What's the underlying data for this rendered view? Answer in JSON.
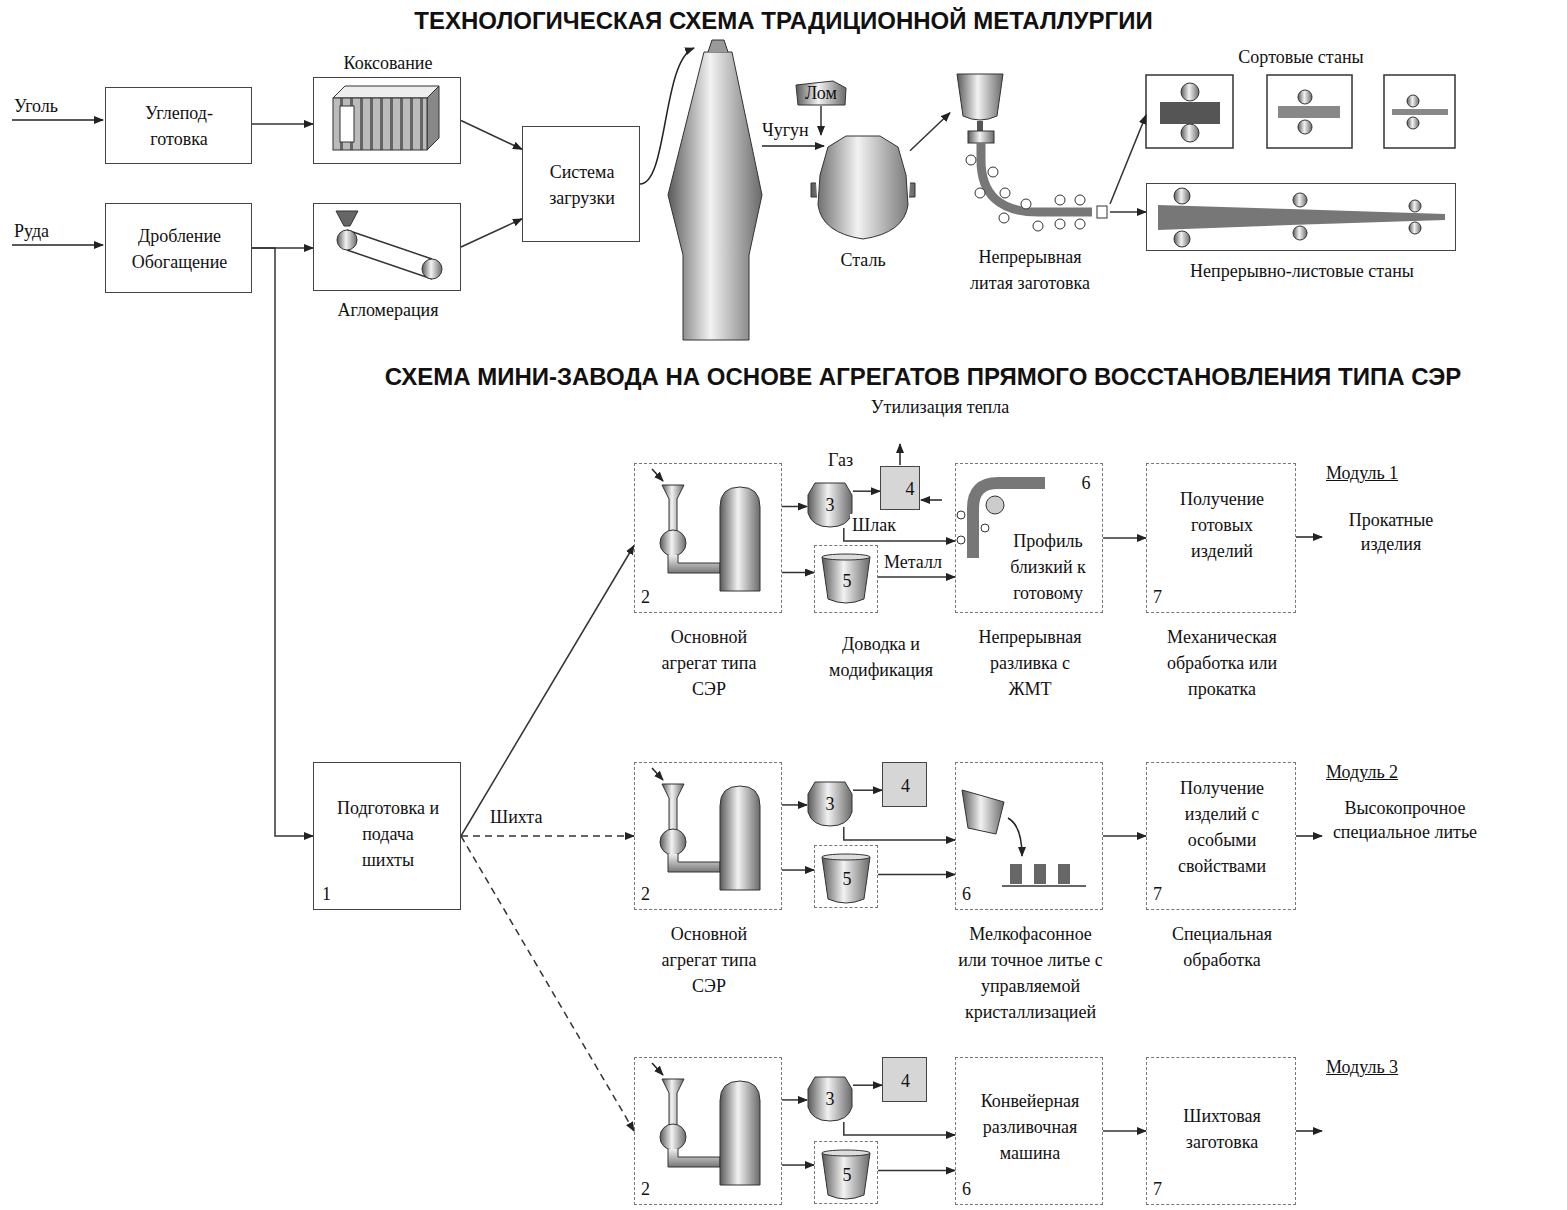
{
  "diagram": {
    "title": "ТЕХНОЛОГИЧЕСКАЯ СХЕМА ТРАДИЦИОННОЙ МЕТАЛЛУРГИИ",
    "nodes": [
      {
        "text": [
          "Углепод- готовка"
        ]
      },
      {
        "text": [
          "Дробление Обогащение"
        ]
      },
      {
        "text": [
          "Коксование"
        ]
      },
      {
        "text": [
          "Агломерация"
        ]
      },
      {
        "text": [
          "Система загрузки"
        ]
      },
      {
        "text": [
          "Лом"
        ]
      },
      {
        "text": [
          "Сталь"
        ]
      },
      {
        "text": [
          "Непрерывная литая заготовка"
        ]
      },
      {
        "text": [
          "Сортовые станы"
        ]
      },
      {
        "text": [
          "Непрерывно-листовые станы"
        ]
      },
      {
        "text": [
          "Подготовка и подача шихты",
          "1"
        ]
      },
      {
        "text": [
          "2",
          "Основной агрегат типа СЭР"
        ]
      },
      {
        "text": [
          "3"
        ]
      },
      {
        "text": [
          "4"
        ]
      },
      {
        "text": [
          "5",
          "Доводка и модификация"
        ]
      },
      {
        "text": [
          "6",
          "Профиль близкий к готовому",
          "Непрерывная разливка с ЖМТ"
        ]
      },
      {
        "text": [
          "Получение готовых изделий",
          "7",
          "Механическая обработка или прокатка"
        ]
      },
      {
        "text": [
          "2",
          "Основной агрегат типа СЭР"
        ]
      },
      {
        "text": [
          "3"
        ]
      },
      {
        "text": [
          "4"
        ]
      },
      {
        "text": [
          "5"
        ]
      },
      {
        "text": [
          "6",
          "Мелкофасонное или точное литье с управляемой кристаллизацией"
        ]
      },
      {
        "text": [
          "Получение изделий с особыми свойствами",
          "7",
          "Специальная обработка"
        ]
      },
      {
        "text": [
          "2"
        ]
      },
      {
        "text": [
          "3"
        ]
      },
      {
        "text": [
          "4"
        ]
      },
      {
        "text": [
          "5"
        ]
      },
      {
        "text": [
          "Конвейерная разливочная машина",
          "6"
        ]
      },
      {
        "text": [
          "Шихтовая заготовка",
          "7"
        ]
      }
    ],
    "edges": [
      {
        "from": 0,
        "to": 2,
        "arrow": "to"
      },
      {
        "from": 1,
        "to": 3,
        "arrow": "to"
      },
      {
        "from": 2,
        "to": 4,
        "arrow": "to"
      },
      {
        "from": 3,
        "to": 4,
        "arrow": "to"
      },
      {
        "from": 5,
        "to": 6,
        "arrow": "to"
      },
      {
        "from": 6,
        "to": 7,
        "arrow": "to"
      },
      {
        "from": 7,
        "to": 8,
        "arrow": "to"
      },
      {
        "from": 7,
        "to": 9,
        "arrow": "to"
      },
      {
        "from": 1,
        "to": 10,
        "arrow": "to"
      },
      {
        "from": 10,
        "to": 11,
        "arrow": "to"
      },
      {
        "from": 11,
        "to": 12,
        "arrow": "to"
      },
      {
        "from": 11,
        "to": 14,
        "arrow": "to"
      },
      {
        "from": 12,
        "to": 13,
        "label": "Газ",
        "arrow": "to"
      },
      {
        "from": 12,
        "to": 15,
        "label": "Шлак",
        "arrow": "to"
      },
      {
        "from": 14,
        "to": 15,
        "label": "Металл",
        "arrow": "to"
      },
      {
        "from": 15,
        "to": 16,
        "arrow": "to"
      },
      {
        "from": 10,
        "to": 17,
        "label": "Шихта",
        "arrow": "to"
      },
      {
        "from": 17,
        "to": 18,
        "arrow": "to"
      },
      {
        "from": 17,
        "to": 20,
        "arrow": "to"
      },
      {
        "from": 18,
        "to": 19,
        "arrow": "to"
      },
      {
        "from": 18,
        "to": 21,
        "arrow": "to"
      },
      {
        "from": 20,
        "to": 21,
        "arrow": "to"
      },
      {
        "from": 21,
        "to": 22,
        "arrow": "to"
      },
      {
        "from": 10,
        "to": 23,
        "arrow": "to"
      },
      {
        "from": 23,
        "to": 24,
        "arrow": "to"
      },
      {
        "from": 23,
        "to": 26,
        "arrow": "to"
      },
      {
        "from": 24,
        "to": 25,
        "arrow": "to"
      },
      {
        "from": 24,
        "to": 27,
        "arrow": "to"
      },
      {
        "from": 26,
        "to": 27,
        "arrow": "to"
      },
      {
        "from": 27,
        "to": 28,
        "arrow": "to"
      }
    ],
    "labels": [
      "СХЕМА МИНИ-ЗАВОДА НА ОСНОВЕ АГРЕГАТОВ ПРЯМОГО ВОССТАНОВЛЕНИЯ ТИПА СЭР",
      "Уголь",
      "Руда",
      "Чугун",
      "Утилизация тепла",
      "Модуль 1",
      "Прокатные изделия",
      "Модуль 2",
      "Высокопрочное специальное литье",
      "Модуль 3"
    ]
  }
}
